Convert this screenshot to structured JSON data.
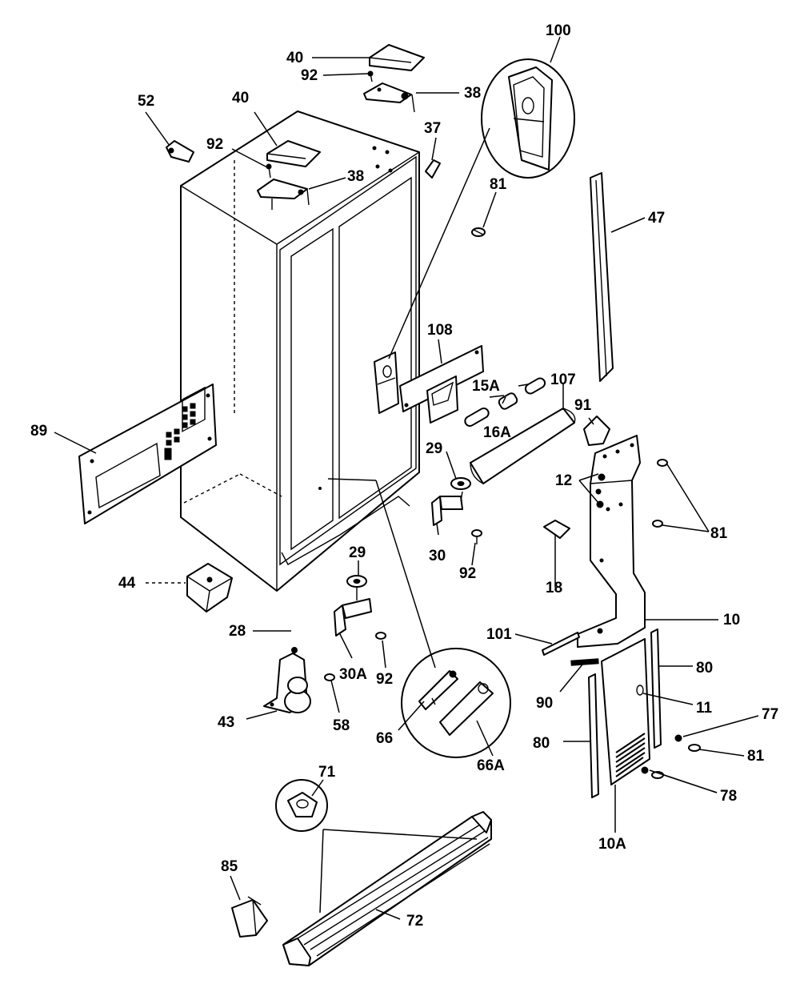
{
  "labels": {
    "l100": "100",
    "l40a": "40",
    "l92a": "92",
    "l38a": "38",
    "l52": "52",
    "l40b": "40",
    "l92b": "92",
    "l38b": "38",
    "l37": "37",
    "l81a": "81",
    "l47": "47",
    "l108": "108",
    "l15a": "15A",
    "l16a": "16A",
    "l107": "107",
    "l91": "91",
    "l89": "89",
    "l29a": "29",
    "l12": "12",
    "l81b": "81",
    "l30": "30",
    "l92c": "92",
    "l18": "18",
    "l44": "44",
    "l29b": "29",
    "l28": "28",
    "l30a": "30A",
    "l92d": "92",
    "l101": "101",
    "l10": "10",
    "l80a": "80",
    "l90": "90",
    "l11": "11",
    "l77": "77",
    "l43": "43",
    "l58": "58",
    "l66": "66",
    "l66a": "66A",
    "l80b": "80",
    "l81c": "81",
    "l78": "78",
    "l10a": "10A",
    "l71": "71",
    "l85": "85",
    "l72": "72"
  }
}
